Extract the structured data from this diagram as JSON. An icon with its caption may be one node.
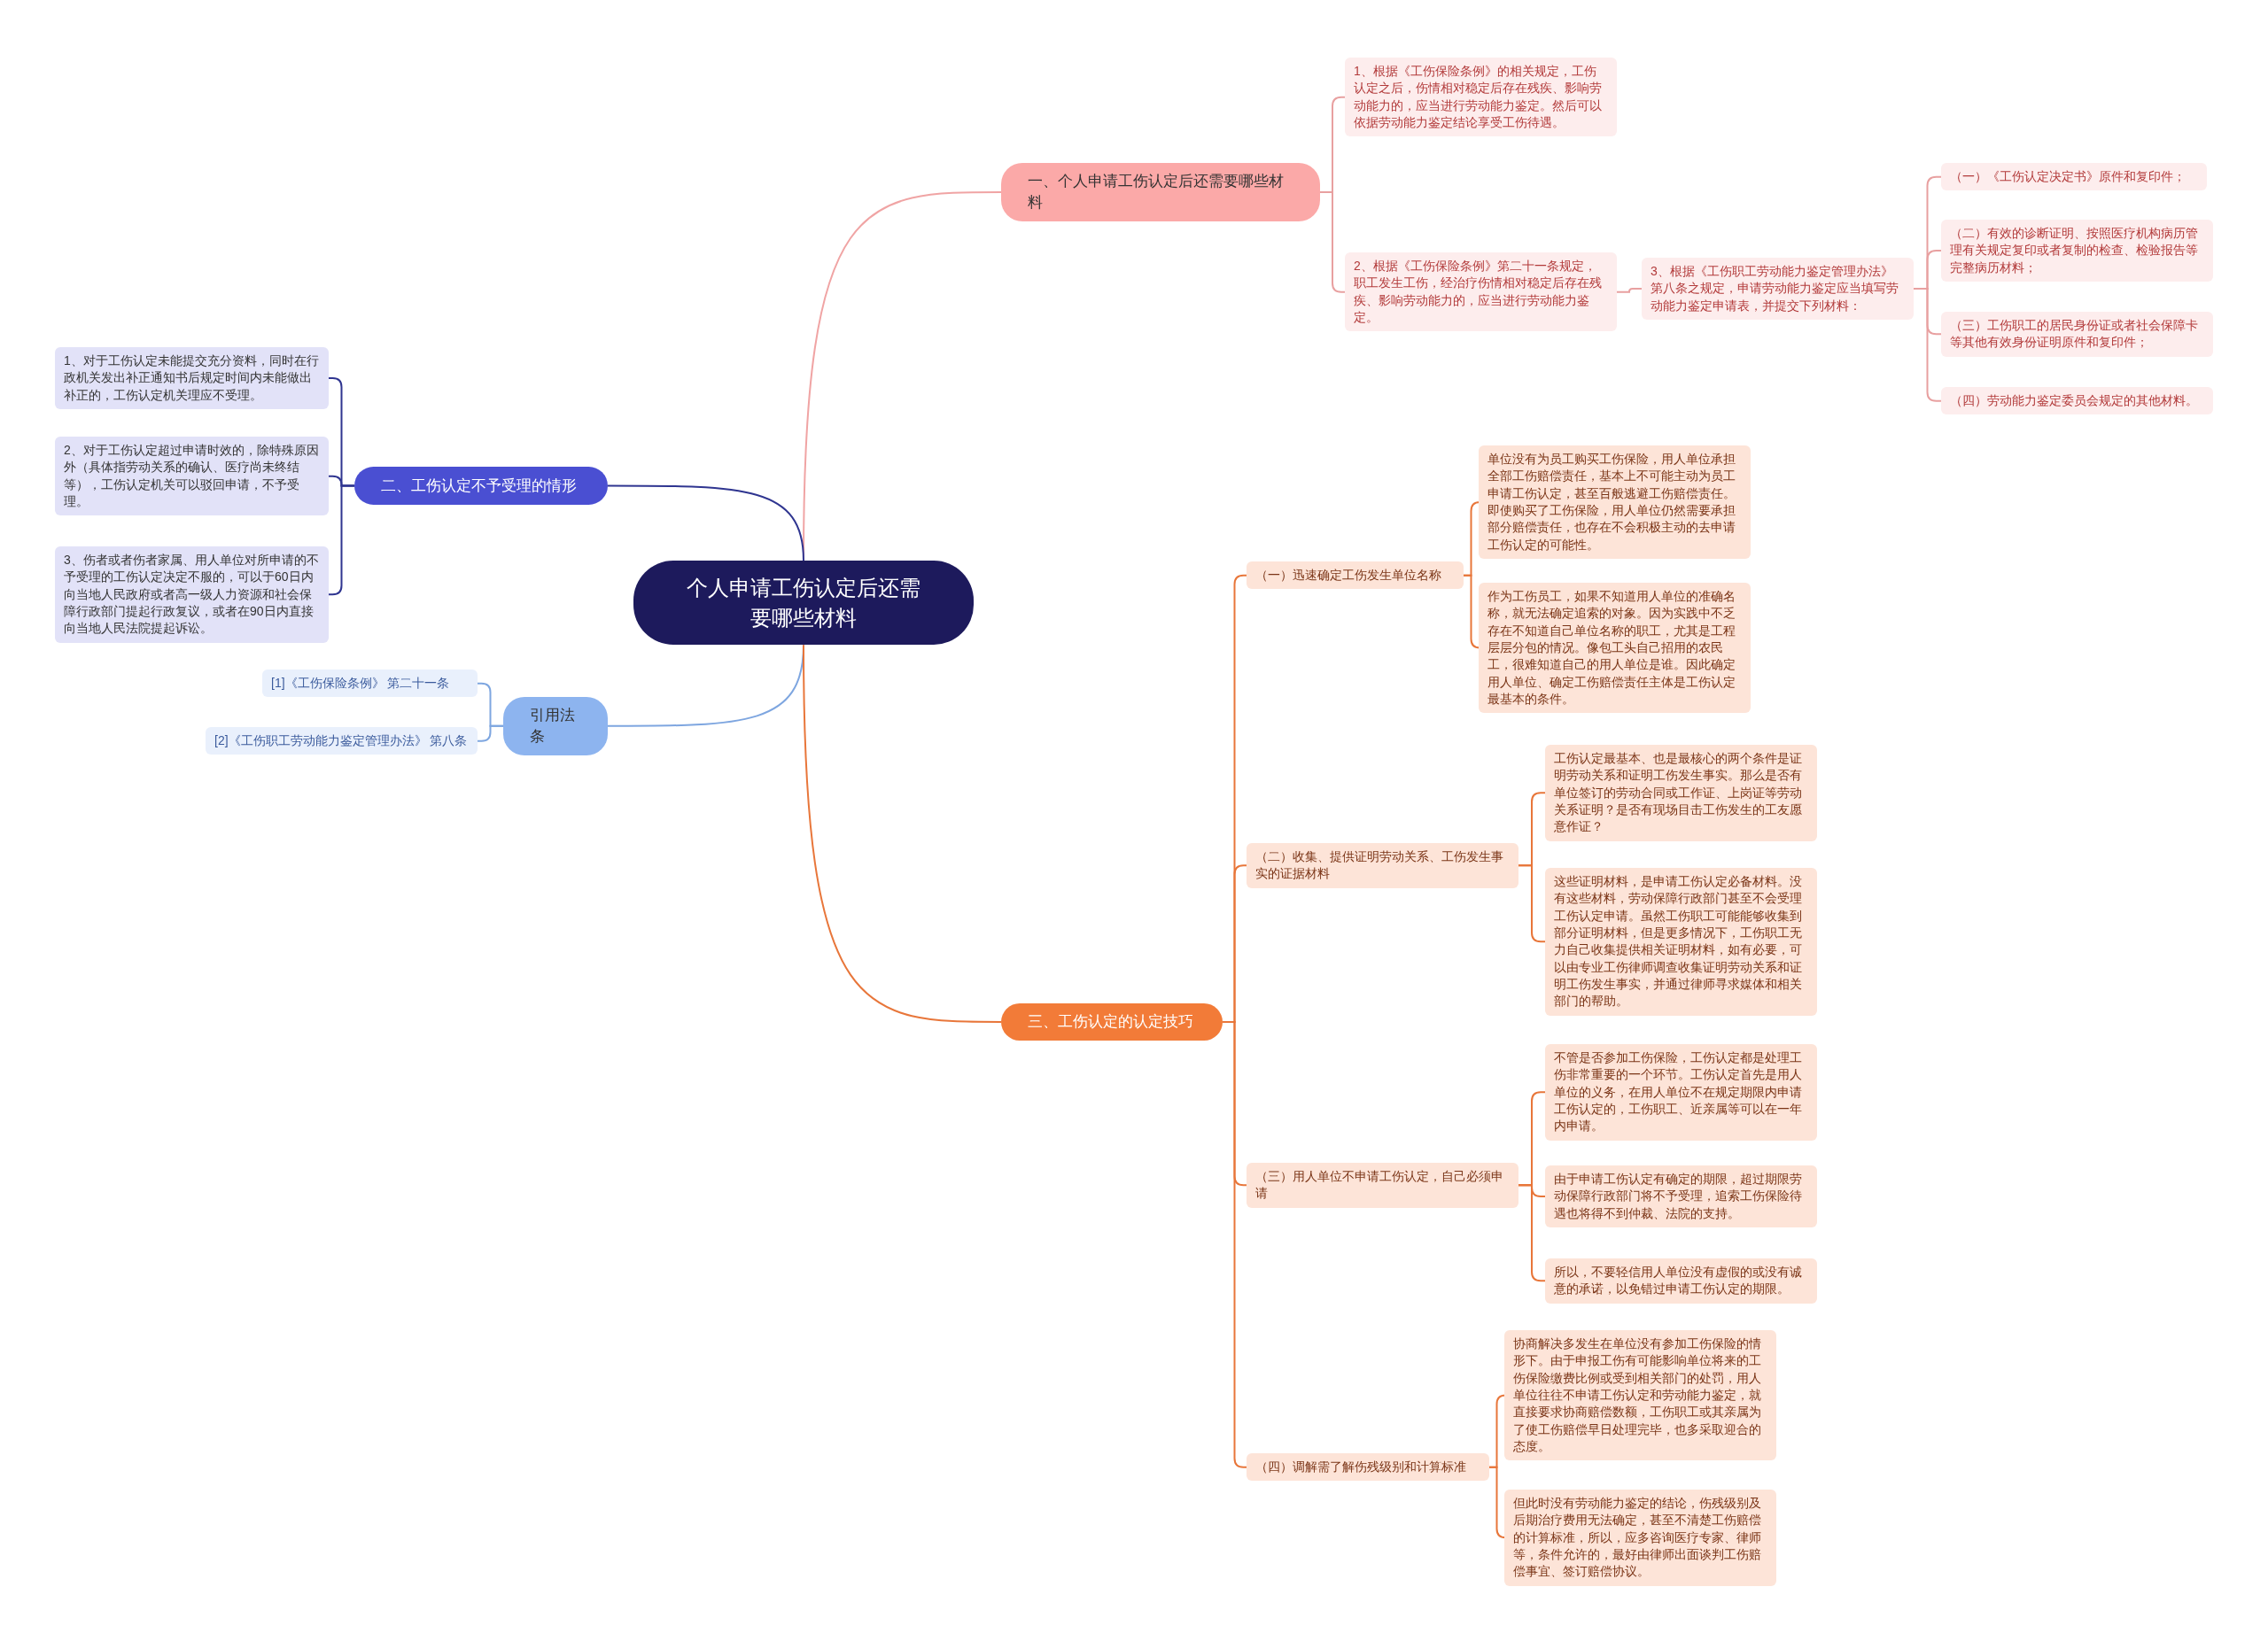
{
  "diagram": {
    "nodes": [
      {
        "text": [
          "个人申请工伤认定后还需要哪些材料"
        ]
      },
      {
        "text": [
          "一、个人申请工伤认定后还需要哪些材料"
        ]
      },
      {
        "text": [
          "1、根据《工伤保险条例》的相关规定，工伤认定之后，伤情相对稳定后存在残疾、影响劳动能力的，应当进行劳动能力鉴定。然后可以依据劳动能力鉴定结论享受工伤待遇。"
        ]
      },
      {
        "text": [
          "2、根据《工伤保险条例》第二十一条规定，职工发生工伤，经治疗伤情相对稳定后存在残疾、影响劳动能力的，应当进行劳动能力鉴定。"
        ]
      },
      {
        "text": [
          "3、根据《工伤职工劳动能力鉴定管理办法》第八条之规定，申请劳动能力鉴定应当填写劳动能力鉴定申请表，并提交下列材料："
        ]
      },
      {
        "text": [
          "（一）《工伤认定决定书》原件和复印件；"
        ]
      },
      {
        "text": [
          "（二）有效的诊断证明、按照医疗机构病历管理有关规定复印或者复制的检查、检验报告等完整病历材料；"
        ]
      },
      {
        "text": [
          "（三）工伤职工的居民身份证或者社会保障卡等其他有效身份证明原件和复印件；"
        ]
      },
      {
        "text": [
          "（四）劳动能力鉴定委员会规定的其他材料。"
        ]
      },
      {
        "text": [
          "二、工伤认定不予受理的情形"
        ]
      },
      {
        "text": [
          "1、对于工伤认定未能提交充分资料，同时在行政机关发出补正通知书后规定时间内未能做出补正的，工伤认定机关理应不受理。"
        ]
      },
      {
        "text": [
          "2、对于工伤认定超过申请时效的，除特殊原因外（具体指劳动关系的确认、医疗尚未终结等），工伤认定机关可以驳回申请，不予受理。"
        ]
      },
      {
        "text": [
          "3、伤者或者伤者家属、用人单位对所申请的不予受理的工伤认定决定不服的，可以于60日内向当地人民政府或者高一级人力资源和社会保障行政部门提起行政复议，或者在90日内直接向当地人民法院提起诉讼。"
        ]
      },
      {
        "text": [
          "引用法条"
        ]
      },
      {
        "text": [
          "[1]《工伤保险条例》 第二十一条"
        ]
      },
      {
        "text": [
          "[2]《工伤职工劳动能力鉴定管理办法》 第八条"
        ]
      },
      {
        "text": [
          "三、工伤认定的认定技巧"
        ]
      },
      {
        "text": [
          "（一）迅速确定工伤发生单位名称"
        ]
      },
      {
        "text": [
          "单位没有为员工购买工伤保险，用人单位承担全部工伤赔偿责任，基本上不可能主动为员工申请工伤认定，甚至百般逃避工伤赔偿责任。即使购买了工伤保险，用人单位仍然需要承担部分赔偿责任，也存在不会积极主动的去申请工伤认定的可能性。"
        ]
      },
      {
        "text": [
          "作为工伤员工，如果不知道用人单位的准确名称，就无法确定追索的对象。因为实践中不乏存在不知道自己单位名称的职工，尤其是工程层层分包的情况。像包工头自己招用的农民工，很难知道自己的用人单位是谁。因此确定用人单位、确定工伤赔偿责任主体是工伤认定最基本的条件。"
        ]
      },
      {
        "text": [
          "（二）收集、提供证明劳动关系、工伤发生事实的证据材料"
        ]
      },
      {
        "text": [
          "工伤认定最基本、也是最核心的两个条件是证明劳动关系和证明工伤发生事实。那么是否有单位签订的劳动合同或工作证、上岗证等劳动关系证明？是否有现场目击工伤发生的工友愿意作证？"
        ]
      },
      {
        "text": [
          "这些证明材料，是申请工伤认定必备材料。没有这些材料，劳动保障行政部门甚至不会受理工伤认定申请。虽然工伤职工可能能够收集到部分证明材料，但是更多情况下，工伤职工无力自己收集提供相关证明材料，如有必要，可以由专业工伤律师调查收集证明劳动关系和证明工伤发生事实，并通过律师寻求媒体和相关部门的帮助。"
        ]
      },
      {
        "text": [
          "（三）用人单位不申请工伤认定，自己必须申请"
        ]
      },
      {
        "text": [
          "不管是否参加工伤保险，工伤认定都是处理工伤非常重要的一个环节。工伤认定首先是用人单位的义务，在用人单位不在规定期限内申请工伤认定的，工伤职工、近亲属等可以在一年内申请。"
        ]
      },
      {
        "text": [
          "由于申请工伤认定有确定的期限，超过期限劳动保障行政部门将不予受理，追索工伤保险待遇也将得不到仲裁、法院的支持。"
        ]
      },
      {
        "text": [
          "所以，不要轻信用人单位没有虚假的或没有诚意的承诺，以免错过申请工伤认定的期限。"
        ]
      },
      {
        "text": [
          "（四）调解需了解伤残级别和计算标准"
        ]
      },
      {
        "text": [
          "协商解决多发生在单位没有参加工伤保险的情形下。由于申报工伤有可能影响单位将来的工伤保险缴费比例或受到相关部门的处罚，用人单位往往不申请工伤认定和劳动能力鉴定，就直接要求协商赔偿数额，工伤职工或其亲属为了使工伤赔偿早日处理完毕，也多采取迎合的态度。"
        ]
      },
      {
        "text": [
          "但此时没有劳动能力鉴定的结论，伤残级别及后期治疗费用无法确定，甚至不清楚工伤赔偿的计算标准，所以，应多咨询医疗专家、律师等，条件允许的，最好由律师出面谈判工伤赔偿事宜、签订赔偿协议。"
        ]
      }
    ],
    "edges": [
      {
        "from": 0,
        "to": 1,
        "arrow": "none",
        "color": "#f0a4a4"
      },
      {
        "from": 1,
        "to": 2,
        "arrow": "none",
        "color": "#e8a0a0"
      },
      {
        "from": 1,
        "to": 3,
        "arrow": "none",
        "color": "#e8a0a0"
      },
      {
        "from": 3,
        "to": 4,
        "arrow": "none",
        "color": "#e8a0a0"
      },
      {
        "from": 4,
        "to": 5,
        "arrow": "none",
        "color": "#e8a0a0"
      },
      {
        "from": 4,
        "to": 6,
        "arrow": "none",
        "color": "#e8a0a0"
      },
      {
        "from": 4,
        "to": 7,
        "arrow": "none",
        "color": "#e8a0a0"
      },
      {
        "from": 4,
        "to": 8,
        "arrow": "none",
        "color": "#e8a0a0"
      },
      {
        "from": 0,
        "to": 9,
        "arrow": "none",
        "color": "#2f3590"
      },
      {
        "from": 9,
        "to": 10,
        "arrow": "none",
        "color": "#2f3590"
      },
      {
        "from": 9,
        "to": 11,
        "arrow": "none",
        "color": "#2f3590"
      },
      {
        "from": 9,
        "to": 12,
        "arrow": "none",
        "color": "#2f3590"
      },
      {
        "from": 0,
        "to": 13,
        "arrow": "none",
        "color": "#7ea6e0"
      },
      {
        "from": 13,
        "to": 14,
        "arrow": "none",
        "color": "#7ea6e0"
      },
      {
        "from": 13,
        "to": 15,
        "arrow": "none",
        "color": "#7ea6e0"
      },
      {
        "from": 0,
        "to": 16,
        "arrow": "none"
      },
      {
        "from": 16,
        "to": 17,
        "arrow": "none"
      },
      {
        "from": 16,
        "to": 20,
        "arrow": "none"
      },
      {
        "from": 16,
        "to": 23,
        "arrow": "none"
      },
      {
        "from": 16,
        "to": 27,
        "arrow": "none"
      },
      {
        "from": 17,
        "to": 18,
        "arrow": "none"
      },
      {
        "from": 17,
        "to": 19,
        "arrow": "none"
      },
      {
        "from": 20,
        "to": 21,
        "arrow": "none"
      },
      {
        "from": 20,
        "to": 22,
        "arrow": "none"
      },
      {
        "from": 23,
        "to": 24,
        "arrow": "none"
      },
      {
        "from": 23,
        "to": 25,
        "arrow": "none"
      },
      {
        "from": 23,
        "to": 26,
        "arrow": "none"
      },
      {
        "from": 27,
        "to": 28,
        "arrow": "none"
      },
      {
        "from": 27,
        "to": 29,
        "arrow": "none"
      }
    ]
  }
}
